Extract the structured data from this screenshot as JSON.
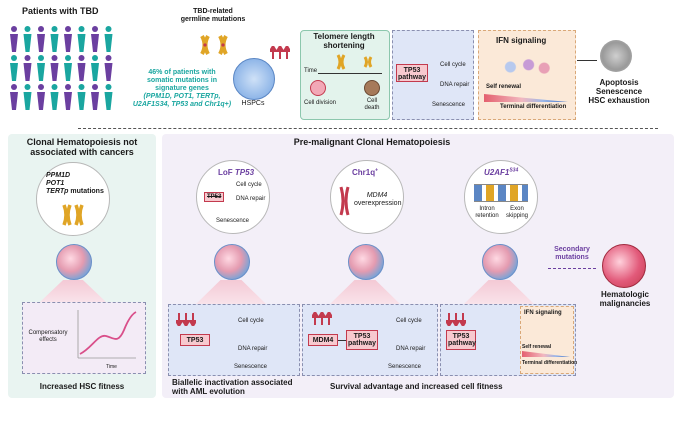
{
  "top": {
    "patients_title": "Patients with TBD",
    "mutations_label": "TBD-related germline mutations",
    "hspcs_label": "HSPCs",
    "stat_line1": "46% of patients with",
    "stat_line2": "somatic mutations in",
    "stat_line3": "signature genes",
    "stat_line4": "(PPM1D, POT1, TERTp,",
    "stat_line5": "U2AF1S34, TP53 and Chr1q+)",
    "telomere_title_1": "Telomere length",
    "telomere_title_2": "shortening",
    "time_label": "Time",
    "cell_division": "Cell division",
    "cell_death_1": "Cell",
    "cell_death_2": "death",
    "tp53_pathway_1": "TP53",
    "tp53_pathway_2": "pathway",
    "cell_cycle": "Cell cycle",
    "dna_repair": "DNA repair",
    "senescence": "Senescence",
    "ifn_title": "IFN signaling",
    "self_renewal": "Self renewal",
    "terminal_diff": "Terminal differentiation",
    "apoptosis": "Apoptosis",
    "senescence2": "Senescence",
    "hsc_exhaustion": "HSC exhaustion"
  },
  "left": {
    "title_1": "Clonal Hematopoiesis not",
    "title_2": "associated with cancers",
    "genes": [
      "PPM1D",
      "POT1",
      "TERTp"
    ],
    "genes_suffix": "mutations",
    "graph_label_1": "Compensatory",
    "graph_label_2": "effects",
    "graph_xlabel": "Time",
    "footer": "Increased HSC fitness"
  },
  "right": {
    "title": "Pre-malignant Clonal Hematopoiesis",
    "lof_title_a": "LoF",
    "lof_title_b": "TP53",
    "lof_cell_cycle": "Cell cycle",
    "lof_dna_repair": "DNA repair",
    "lof_senescence": "Senescence",
    "lof_tp53": "TP53",
    "chr_title": "Chr1q",
    "chr_sup": "+",
    "chr_gene": "MDM4",
    "chr_text": "overexpression",
    "u2af_title": "U2AF1",
    "u2af_sup": "S34",
    "intron_1": "Intron",
    "intron_2": "retention",
    "exon_1": "Exon",
    "exon_2": "skipping",
    "secondary_1": "Secondary",
    "secondary_2": "mutations",
    "hema_1": "Hematologic",
    "hema_2": "malignancies",
    "b1_tp53": "TP53",
    "b1_cell_cycle": "Cell cycle",
    "b1_dna_repair": "DNA repair",
    "b1_senescence": "Senescence",
    "b2_mdm4": "MDM4",
    "b2_tp53_1": "TP53",
    "b2_tp53_2": "pathway",
    "b2_cell_cycle": "Cell cycle",
    "b2_dna_repair": "DNA repair",
    "b2_senescence": "Senescence",
    "b3_tp53_1": "TP53",
    "b3_tp53_2": "pathway",
    "b3_ifn": "IFN signaling",
    "b3_self_renewal": "Self renewal",
    "b3_terminal": "Terminal differentiation",
    "footer_1a": "Biallelic inactivation associated",
    "footer_1b": "with AML evolution",
    "footer_2": "Survival advantage and increased cell fitness"
  },
  "colors": {
    "teal": "#1aa6a0",
    "purple": "#6b3fa0",
    "red": "#c33a4e",
    "blue_panel": "#dfe6f7",
    "green_panel": "#e3f3ec",
    "left_panel": "#e9f4f1",
    "right_panel": "#f3eff8",
    "ifn_panel": "#fbe9d8"
  }
}
